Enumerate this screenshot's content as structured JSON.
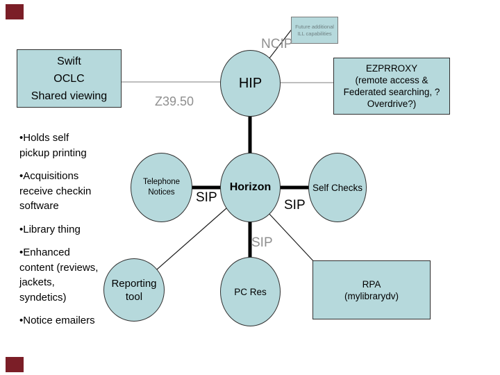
{
  "palette": {
    "node_fill": "#b6d9dc",
    "node_border": "#2e2e2e",
    "accent_square": "#7b1e27",
    "gray_text": "#8f8f8f",
    "gray_line": "#a9a9a9",
    "black": "#000000"
  },
  "nodes": {
    "swift": {
      "label": "Swift\nOCLC\nShared viewing"
    },
    "future_ill": {
      "label": "Future additional\nILL capabilities"
    },
    "ezproxy": {
      "label": "EZPRROXY\n(remote access &\nFederated searching, ?\nOverdrive?)"
    },
    "hip": {
      "label": "HIP"
    },
    "horizon": {
      "label": "Horizon"
    },
    "telephone_notices": {
      "label": "Telephone\nNotices"
    },
    "self_checks": {
      "label": "Self Checks"
    },
    "pc_res": {
      "label": "PC Res"
    },
    "reporting_tool": {
      "label": "Reporting\ntool"
    },
    "rpa": {
      "label": "RPA\n(mylibrarydv)"
    }
  },
  "edge_labels": {
    "ncip": "NCIP",
    "z3950": "Z39.50",
    "sip_left": "SIP",
    "sip_right": "SIP",
    "sip_bottom": "SIP"
  },
  "notes": {
    "items": [
      "•Holds self\npickup printing",
      "•Acquisitions\nreceive checkin\nsoftware",
      "•Library thing",
      "•Enhanced\ncontent (reviews,\njackets,\nsyndetics)",
      "•Notice emailers"
    ]
  }
}
